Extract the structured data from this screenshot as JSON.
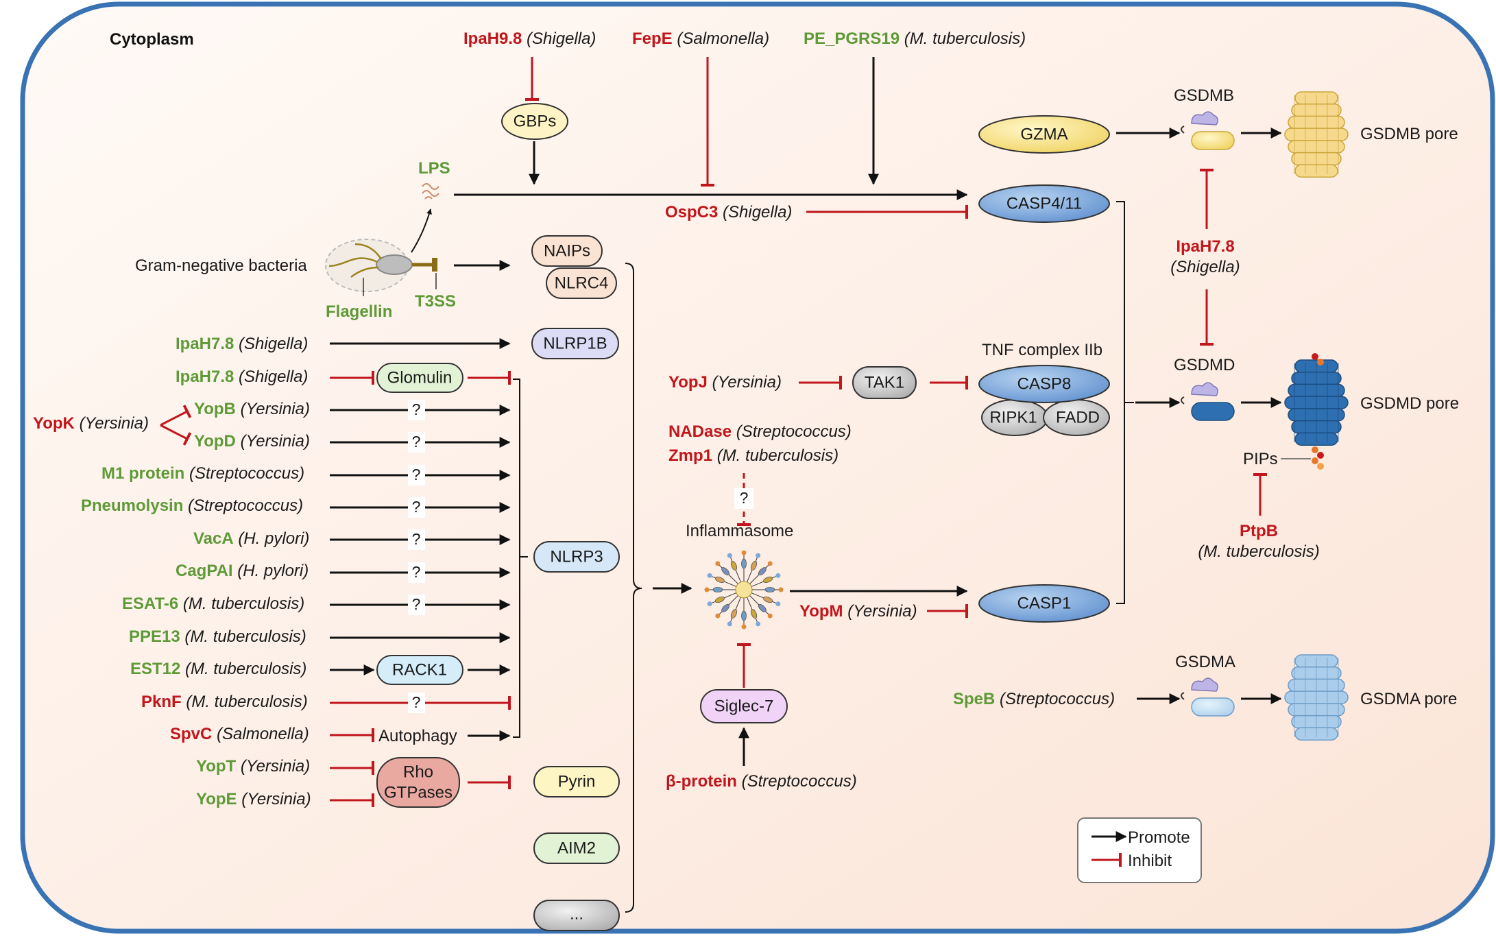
{
  "compartment": "Cytoplasm",
  "colors": {
    "promote": "#111111",
    "inhibit": "#c0161c",
    "activator_text": "#5e9a37",
    "inhibitor_text": "#c0161c",
    "cell_border": "#3a73b4"
  },
  "top_factors": [
    {
      "name": "IpaH9.8",
      "org": "(Shigella)",
      "color": "red"
    },
    {
      "name": "FepE",
      "org": "(Salmonella)",
      "color": "red"
    },
    {
      "name": "PE_PGRS19",
      "org": "(M. tuberculosis)",
      "color": "green"
    }
  ],
  "nodes": {
    "gbps": "GBPs",
    "lps": "LPS",
    "bacteria": "Gram-negative bacteria",
    "flagellin": "Flagellin",
    "t3ss": "T3SS",
    "naips": "NAIPs",
    "nlrc4": "NLRC4",
    "nlrp1b": "NLRP1B",
    "glomulin": "Glomulin",
    "nlrp3": "NLRP3",
    "rack1": "RACK1",
    "autophagy": "Autophagy",
    "rho": "Rho",
    "gtpases": "GTPases",
    "pyrin": "Pyrin",
    "aim2": "AIM2",
    "more": "...",
    "gzma": "GZMA",
    "casp411": "CASP4/11",
    "tnf_complex": "TNF complex IIb",
    "casp8": "CASP8",
    "ripk1": "RIPK1",
    "fadd": "FADD",
    "tak1": "TAK1",
    "inflammasome": "Inflammasome",
    "casp1": "CASP1",
    "siglec7": "Siglec-7",
    "gsdmb": "GSDMB",
    "gsdmb_pore": "GSDMB pore",
    "gsdmd": "GSDMD",
    "gsdmd_pore": "GSDMD pore",
    "gsdma": "GSDMA",
    "gsdma_pore": "GSDMA pore",
    "pips": "PIPs",
    "unknown": "?"
  },
  "left_factors": [
    {
      "name": "IpaH7.8",
      "org": "(Shigella)",
      "color": "green"
    },
    {
      "name": "IpaH7.8",
      "org": "(Shigella)",
      "color": "green"
    },
    {
      "name": "YopB",
      "org": "(Yersinia)",
      "color": "green"
    },
    {
      "name": "YopD",
      "org": "(Yersinia)",
      "color": "green"
    },
    {
      "name": "M1 protein",
      "org": "(Streptococcus)",
      "color": "green"
    },
    {
      "name": "Pneumolysin",
      "org": "(Streptococcus)",
      "color": "green"
    },
    {
      "name": "VacA",
      "org": "(H. pylori)",
      "color": "green"
    },
    {
      "name": "CagPAI",
      "org": "(H. pylori)",
      "color": "green"
    },
    {
      "name": "ESAT-6",
      "org": "(M. tuberculosis)",
      "color": "green"
    },
    {
      "name": "PPE13",
      "org": "(M. tuberculosis)",
      "color": "green"
    },
    {
      "name": "EST12",
      "org": "(M. tuberculosis)",
      "color": "green"
    },
    {
      "name": "PknF",
      "org": "(M. tuberculosis)",
      "color": "red"
    },
    {
      "name": "SpvC",
      "org": "(Salmonella)",
      "color": "red"
    },
    {
      "name": "YopT",
      "org": "(Yersinia)",
      "color": "green"
    },
    {
      "name": "YopE",
      "org": "(Yersinia)",
      "color": "green"
    }
  ],
  "yopk": {
    "name": "YopK",
    "org": "(Yersinia)"
  },
  "middle_factors": {
    "ospc3": {
      "name": "OspC3",
      "org": "(Shigella)"
    },
    "yopj": {
      "name": "YopJ",
      "org": "(Yersinia)"
    },
    "nadase": {
      "name": "NADase",
      "org": "(Streptococcus)"
    },
    "zmp1": {
      "name": "Zmp1",
      "org": "(M. tuberculosis)"
    },
    "yopm": {
      "name": "YopM",
      "org": "(Yersinia)"
    },
    "beta": {
      "name": "β-protein",
      "org": "(Streptococcus)"
    }
  },
  "right_factors": {
    "ipah78": {
      "name": "IpaH7.8",
      "org": "(Shigella)"
    },
    "ptpb": {
      "name": "PtpB",
      "org": "(M. tuberculosis)"
    },
    "speb": {
      "name": "SpeB",
      "org": "(Streptococcus)"
    }
  },
  "legend": {
    "promote": "Promote",
    "inhibit": "Inhibit"
  }
}
